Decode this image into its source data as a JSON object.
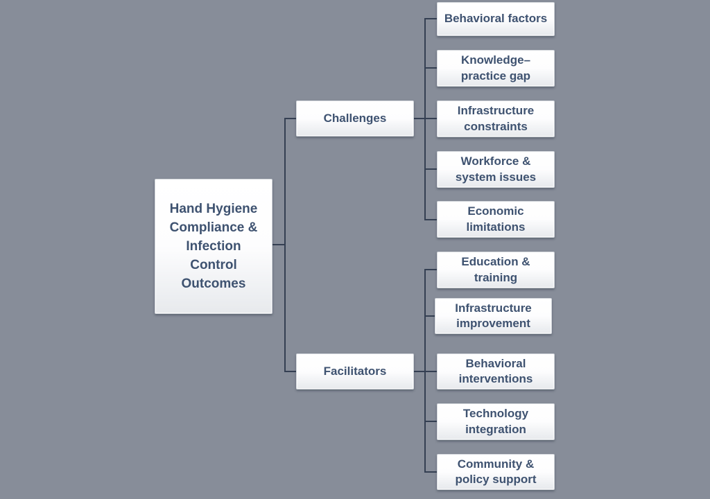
{
  "diagram": {
    "type": "hierarchy",
    "colors": {
      "background": "#878D99",
      "connector": "#343F52",
      "node_fill_top": "#FFFFFF",
      "node_fill_bottom": "#E7E9EC",
      "node_border": "#D2D6DB",
      "node_text": "#3E5270"
    },
    "root": {
      "label": "Hand Hygiene\nCompliance &\nInfection\nControl\nOutcomes"
    },
    "branches": [
      {
        "label": "Challenges",
        "children": [
          {
            "label": "Behavioral factors"
          },
          {
            "label": "Knowledge–\npractice gap"
          },
          {
            "label": "Infrastructure\nconstraints"
          },
          {
            "label": "Workforce &\nsystem issues"
          },
          {
            "label": "Economic\nlimitations"
          }
        ]
      },
      {
        "label": "Facilitators",
        "children": [
          {
            "label": "Education &\ntraining"
          },
          {
            "label": "Infrastructure\nimprovement"
          },
          {
            "label": "Behavioral\ninterventions"
          },
          {
            "label": "Technology\nintegration"
          },
          {
            "label": "Community &\npolicy support"
          }
        ]
      }
    ]
  }
}
